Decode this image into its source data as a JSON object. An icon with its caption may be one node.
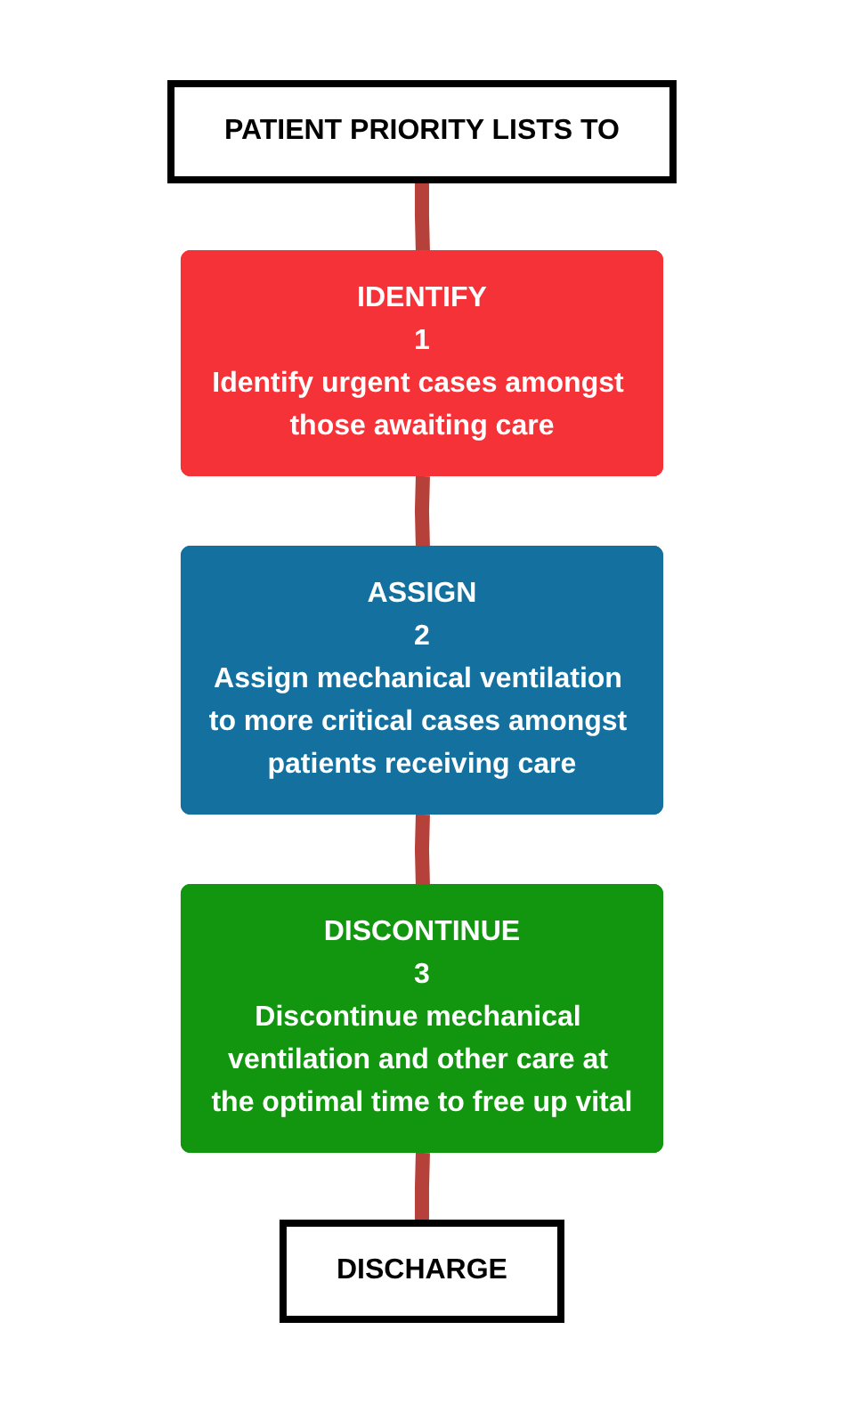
{
  "diagram": {
    "nodes": [
      {
        "text": [
          "PATIENT PRIORITY LISTS TO"
        ]
      },
      {
        "text": [
          "IDENTIFY",
          "1",
          "Identify urgent cases amongst those awaiting care"
        ]
      },
      {
        "text": [
          "ASSIGN",
          "2",
          "Assign mechanical ventilation to more critical cases amongst patients receiving care"
        ]
      },
      {
        "text": [
          "DISCONTINUE",
          "3",
          "Discontinue mechanical ventilation and other care at the optimal time to free up vital"
        ]
      },
      {
        "text": [
          "DISCHARGE"
        ]
      }
    ],
    "edges": [
      {
        "from": 0,
        "to": 1,
        "arrow": "none"
      },
      {
        "from": 1,
        "to": 2,
        "arrow": "none"
      },
      {
        "from": 2,
        "to": 3,
        "arrow": "none"
      },
      {
        "from": 3,
        "to": 4,
        "arrow": "none"
      }
    ]
  }
}
